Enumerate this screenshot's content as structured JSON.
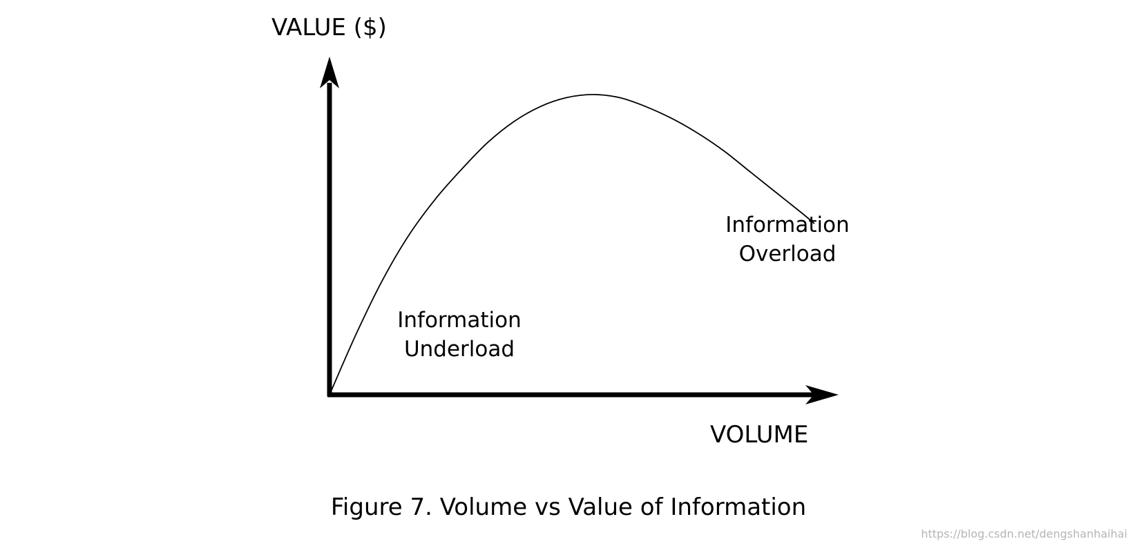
{
  "chart_data": {
    "type": "line",
    "xlabel": "VOLUME",
    "ylabel": "VALUE ($)",
    "title": "Figure 7.  Volume vs Value of Information",
    "grid": false,
    "legend": "none",
    "xlim": [
      0,
      100
    ],
    "ylim": [
      0,
      100
    ],
    "series": [
      {
        "x": [
          0,
          5,
          10,
          15,
          20,
          25,
          30,
          35,
          40,
          45,
          50,
          55,
          60,
          65,
          70,
          75,
          80,
          85,
          90,
          92
        ],
        "y": [
          0,
          20,
          38,
          53,
          65,
          75,
          84,
          91,
          96,
          99,
          100,
          99,
          96,
          92,
          87,
          81,
          74,
          67,
          60,
          57
        ]
      }
    ],
    "annotations": [
      {
        "lines": [
          "Information",
          "Underload"
        ]
      },
      {
        "lines": [
          "Information",
          "Overload"
        ]
      }
    ]
  },
  "watermark": "https://blog.csdn.net/dengshanhaihai",
  "colors": {
    "axis": "#000000",
    "curve": "#000000",
    "watermark": "#b5b5b5"
  }
}
